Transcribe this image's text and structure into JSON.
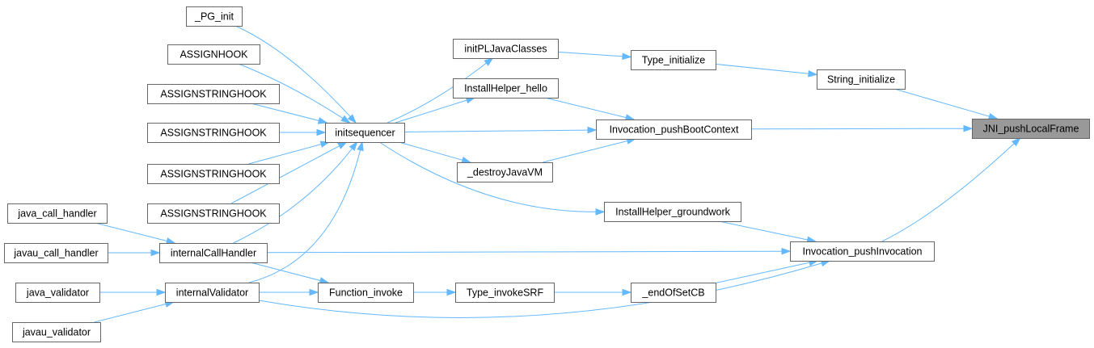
{
  "diagram": {
    "accent_color": "#63b8ff",
    "focus_fill": "#999999",
    "border_color": "#666666",
    "nodes": [
      {
        "id": "pg_init",
        "label": "_PG_init"
      },
      {
        "id": "assignhook",
        "label": "ASSIGNHOOK"
      },
      {
        "id": "ash1",
        "label": "ASSIGNSTRINGHOOK"
      },
      {
        "id": "ash2",
        "label": "ASSIGNSTRINGHOOK"
      },
      {
        "id": "ash3",
        "label": "ASSIGNSTRINGHOOK"
      },
      {
        "id": "ash4",
        "label": "ASSIGNSTRINGHOOK"
      },
      {
        "id": "java_call_handler",
        "label": "java_call_handler"
      },
      {
        "id": "javau_call_handler",
        "label": "javau_call_handler"
      },
      {
        "id": "java_validator",
        "label": "java_validator"
      },
      {
        "id": "javau_validator",
        "label": "javau_validator"
      },
      {
        "id": "initsequencer",
        "label": "initsequencer"
      },
      {
        "id": "internalCallHandler",
        "label": "internalCallHandler"
      },
      {
        "id": "internalValidator",
        "label": "internalValidator"
      },
      {
        "id": "initPLJavaClasses",
        "label": "initPLJavaClasses"
      },
      {
        "id": "InstallHelper_hello",
        "label": "InstallHelper_hello"
      },
      {
        "id": "destroyJavaVM",
        "label": "_destroyJavaVM"
      },
      {
        "id": "Function_invoke",
        "label": "Function_invoke"
      },
      {
        "id": "Type_invokeSRF",
        "label": "Type_invokeSRF"
      },
      {
        "id": "Type_initialize",
        "label": "Type_initialize"
      },
      {
        "id": "Invocation_pushBootContext",
        "label": "Invocation_pushBootContext"
      },
      {
        "id": "InstallHelper_groundwork",
        "label": "InstallHelper_groundwork"
      },
      {
        "id": "endOfSetCB",
        "label": "_endOfSetCB"
      },
      {
        "id": "String_initialize",
        "label": "String_initialize"
      },
      {
        "id": "Invocation_pushInvocation",
        "label": "Invocation_pushInvocation"
      },
      {
        "id": "JNI_pushLocalFrame",
        "label": "JNI_pushLocalFrame",
        "focus": true
      }
    ],
    "edges": [
      {
        "from": "pg_init",
        "to": "initsequencer"
      },
      {
        "from": "assignhook",
        "to": "initsequencer"
      },
      {
        "from": "ash1",
        "to": "initsequencer"
      },
      {
        "from": "ash2",
        "to": "initsequencer"
      },
      {
        "from": "ash3",
        "to": "initsequencer"
      },
      {
        "from": "ash4",
        "to": "initsequencer"
      },
      {
        "from": "internalCallHandler",
        "to": "initsequencer"
      },
      {
        "from": "internalValidator",
        "to": "initsequencer"
      },
      {
        "from": "java_call_handler",
        "to": "internalCallHandler"
      },
      {
        "from": "javau_call_handler",
        "to": "internalCallHandler"
      },
      {
        "from": "java_validator",
        "to": "internalValidator"
      },
      {
        "from": "javau_validator",
        "to": "internalValidator"
      },
      {
        "from": "initsequencer",
        "to": "initPLJavaClasses"
      },
      {
        "from": "initsequencer",
        "to": "InstallHelper_hello"
      },
      {
        "from": "initsequencer",
        "to": "Invocation_pushBootContext"
      },
      {
        "from": "initsequencer",
        "to": "destroyJavaVM"
      },
      {
        "from": "initsequencer",
        "to": "InstallHelper_groundwork"
      },
      {
        "from": "internalCallHandler",
        "to": "Function_invoke"
      },
      {
        "from": "internalValidator",
        "to": "Function_invoke"
      },
      {
        "from": "Function_invoke",
        "to": "Type_invokeSRF"
      },
      {
        "from": "Type_invokeSRF",
        "to": "endOfSetCB"
      },
      {
        "from": "initPLJavaClasses",
        "to": "Type_initialize"
      },
      {
        "from": "InstallHelper_hello",
        "to": "Invocation_pushBootContext"
      },
      {
        "from": "destroyJavaVM",
        "to": "Invocation_pushBootContext"
      },
      {
        "from": "Type_initialize",
        "to": "String_initialize"
      },
      {
        "from": "String_initialize",
        "to": "JNI_pushLocalFrame"
      },
      {
        "from": "Invocation_pushBootContext",
        "to": "JNI_pushLocalFrame"
      },
      {
        "from": "InstallHelper_groundwork",
        "to": "Invocation_pushInvocation"
      },
      {
        "from": "internalCallHandler",
        "to": "Invocation_pushInvocation"
      },
      {
        "from": "endOfSetCB",
        "to": "Invocation_pushInvocation"
      },
      {
        "from": "internalValidator",
        "to": "Invocation_pushInvocation"
      },
      {
        "from": "Invocation_pushInvocation",
        "to": "JNI_pushLocalFrame"
      }
    ]
  }
}
